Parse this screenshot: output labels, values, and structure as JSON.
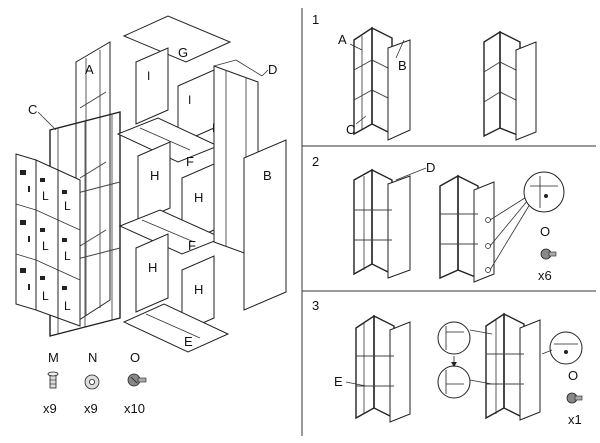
{
  "labels": {
    "A": "A",
    "B": "B",
    "C": "C",
    "D": "D",
    "E": "E",
    "F": "F",
    "G": "G",
    "H": "H",
    "I": "I",
    "K": "K",
    "L": "L"
  },
  "hardware": [
    {
      "letter": "M",
      "count": "x9"
    },
    {
      "letter": "N",
      "count": "x9"
    },
    {
      "letter": "O",
      "count": "x10"
    }
  ],
  "steps": [
    {
      "number": "1",
      "callouts": [
        "A",
        "B",
        "C"
      ]
    },
    {
      "number": "2",
      "callouts": [
        "D"
      ],
      "part": "O",
      "count": "x6"
    },
    {
      "number": "3",
      "callouts": [
        "E"
      ],
      "part": "O",
      "count": "x1"
    }
  ],
  "icons": [
    "bolt-icon",
    "pin-icon",
    "washer-icon",
    "magnifier-detail-icon"
  ]
}
